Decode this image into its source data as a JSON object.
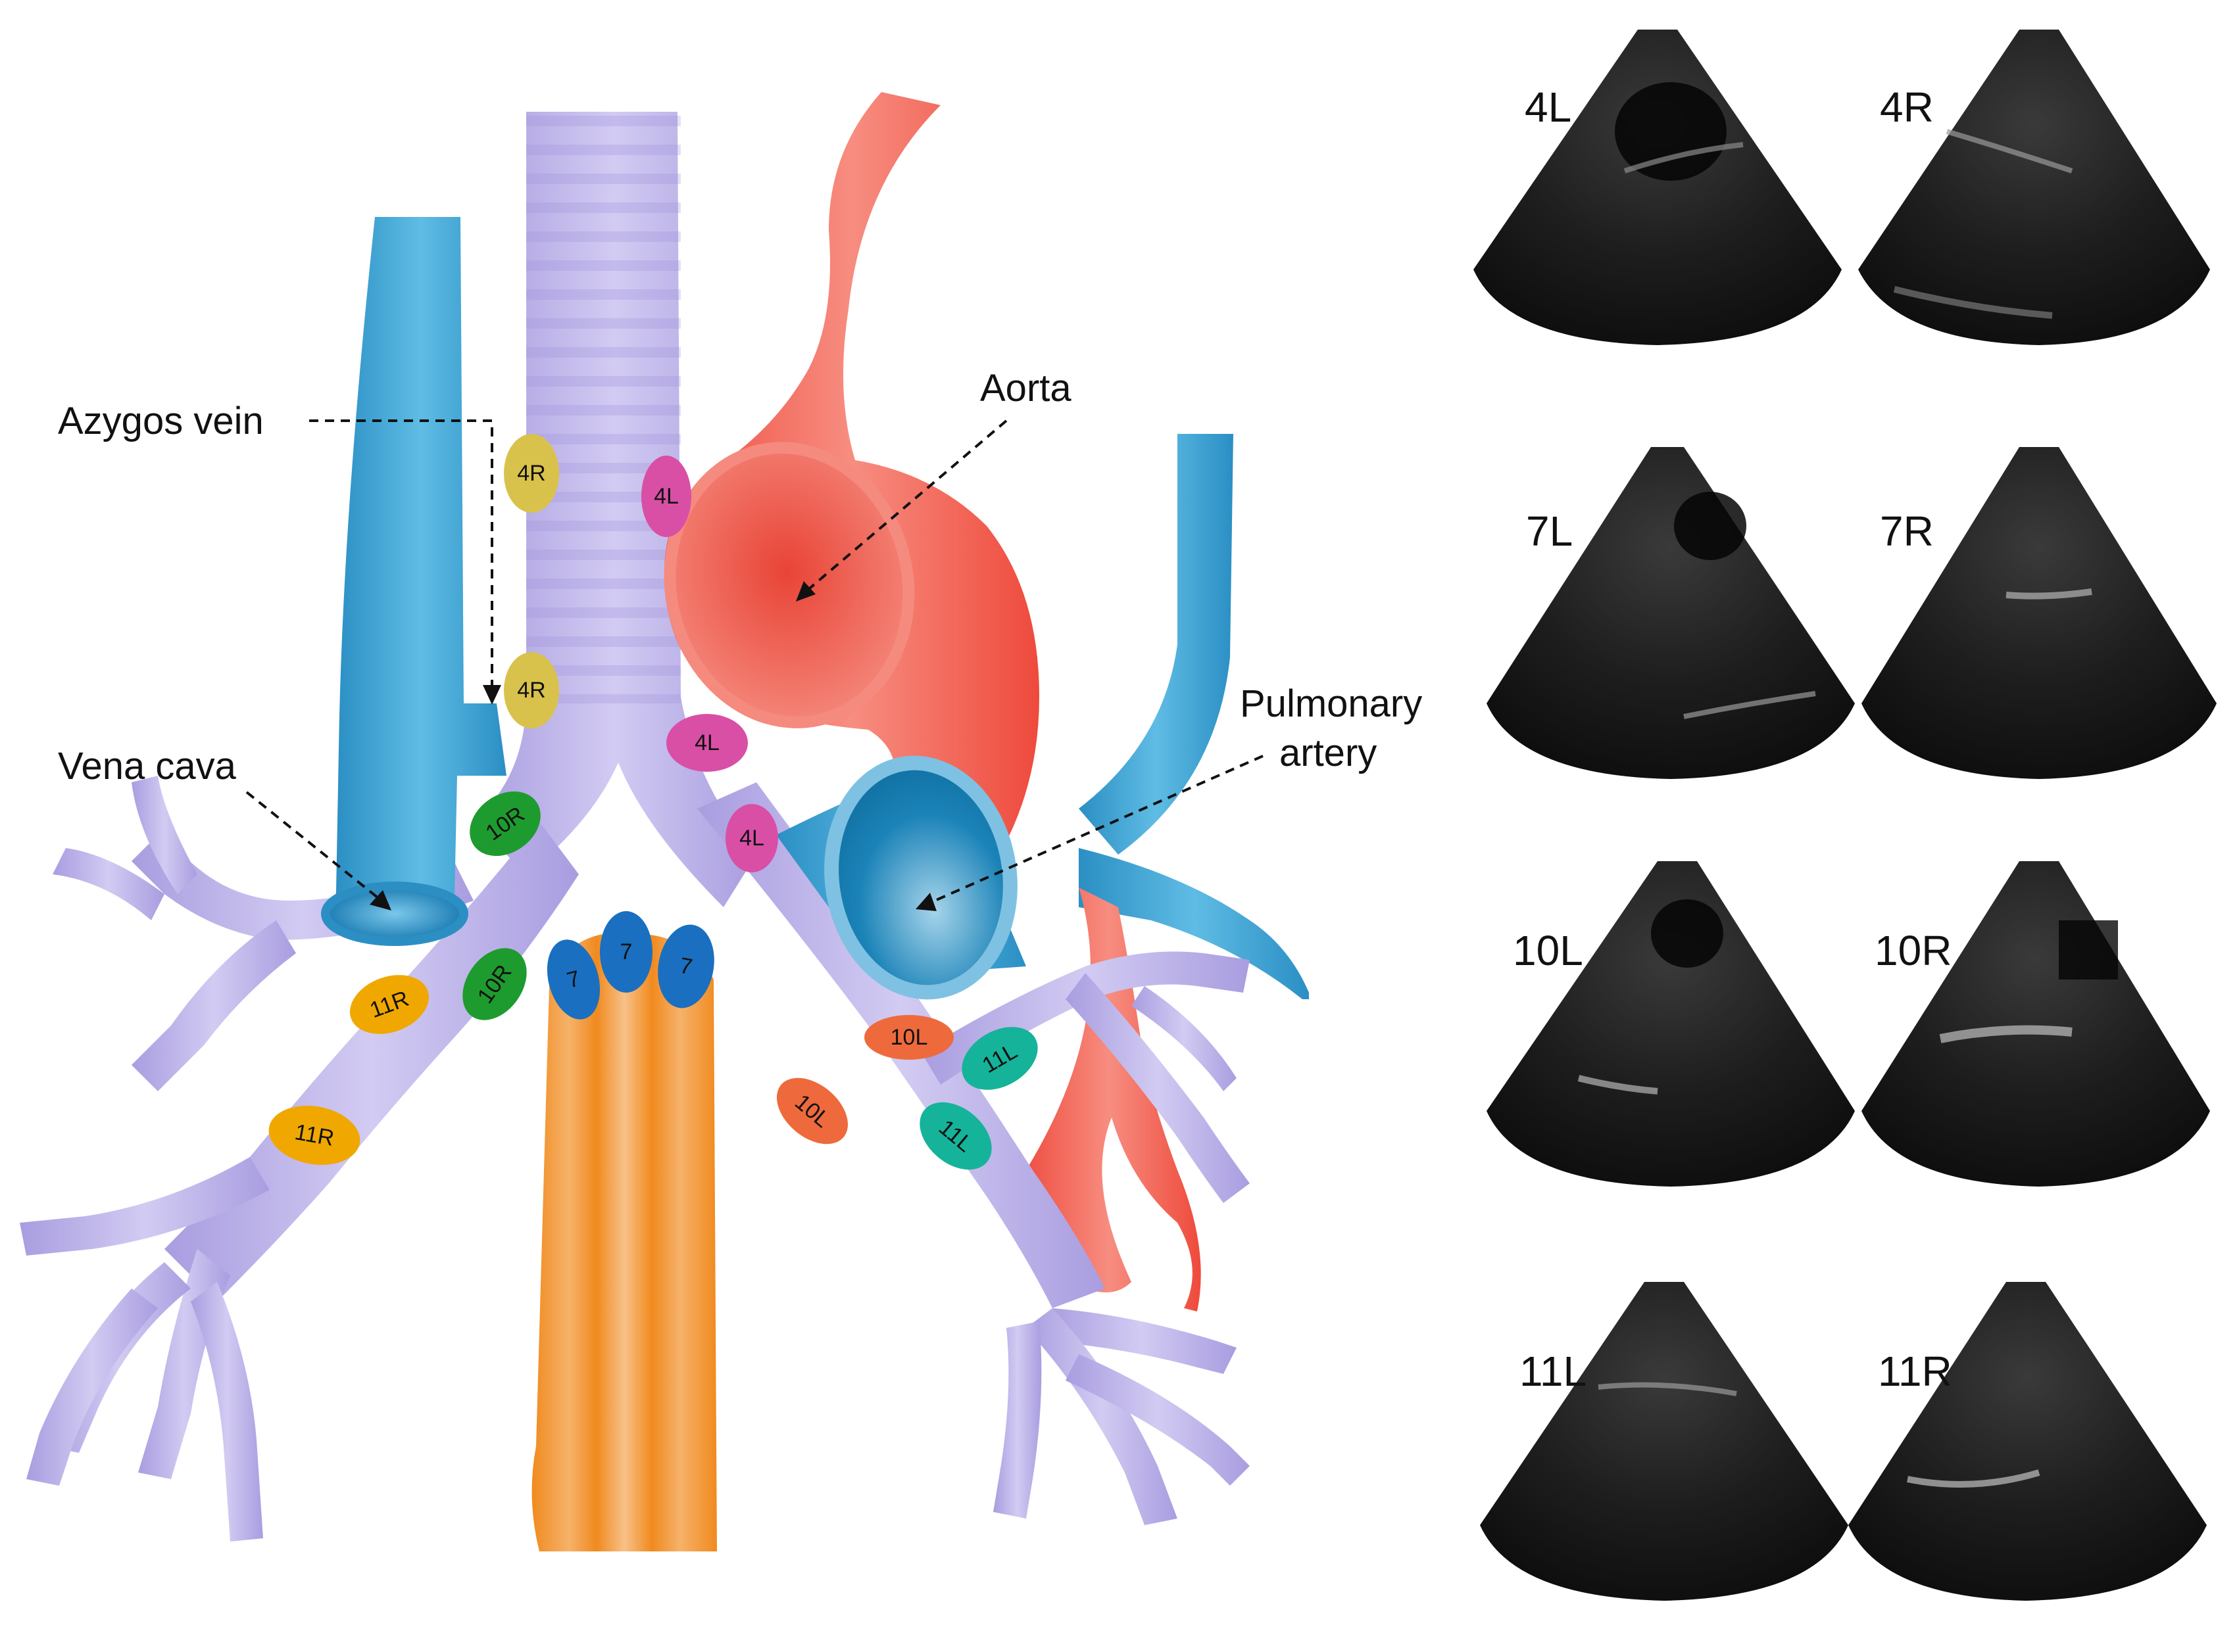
{
  "annotations": {
    "azygos_vein": "Azygos vein",
    "aorta": "Aorta",
    "vena_cava": "Vena cava",
    "pulmonary_artery_line1": "Pulmonary",
    "pulmonary_artery_line2": "artery"
  },
  "lymph_nodes": [
    {
      "id": "4R-upper",
      "label": "4R",
      "color": "#d9c24c"
    },
    {
      "id": "4R-lower",
      "label": "4R",
      "color": "#d9c24c"
    },
    {
      "id": "4L-upper",
      "label": "4L",
      "color": "#d94fa6"
    },
    {
      "id": "4L-mid",
      "label": "4L",
      "color": "#d94fa6"
    },
    {
      "id": "4L-lower",
      "label": "4L",
      "color": "#d94fa6"
    },
    {
      "id": "10R-upper",
      "label": "10R",
      "color": "#1e9b2e"
    },
    {
      "id": "10R-lower",
      "label": "10R",
      "color": "#1e9b2e"
    },
    {
      "id": "7-left",
      "label": "7",
      "color": "#1a6fc0"
    },
    {
      "id": "7-mid",
      "label": "7",
      "color": "#1a6fc0"
    },
    {
      "id": "7-right",
      "label": "7",
      "color": "#1a6fc0"
    },
    {
      "id": "11R-upper",
      "label": "11R",
      "color": "#f0a800"
    },
    {
      "id": "11R-lower",
      "label": "11R",
      "color": "#f0a800"
    },
    {
      "id": "10L-upper",
      "label": "10L",
      "color": "#ee6a3c"
    },
    {
      "id": "10L-lower",
      "label": "10L",
      "color": "#ee6a3c"
    },
    {
      "id": "11L-upper",
      "label": "11L",
      "color": "#15b39a"
    },
    {
      "id": "11L-lower",
      "label": "11L",
      "color": "#15b39a"
    }
  ],
  "ultrasound_panels": [
    {
      "label": "4L"
    },
    {
      "label": "4R"
    },
    {
      "label": "7L"
    },
    {
      "label": "7R"
    },
    {
      "label": "10L"
    },
    {
      "label": "10R"
    },
    {
      "label": "11L"
    },
    {
      "label": "11R"
    }
  ],
  "colors": {
    "airway": "#b8aee6",
    "vein": "#3a9fd0",
    "aorta": "#f0574a",
    "esophagus": "#f29a3a"
  }
}
